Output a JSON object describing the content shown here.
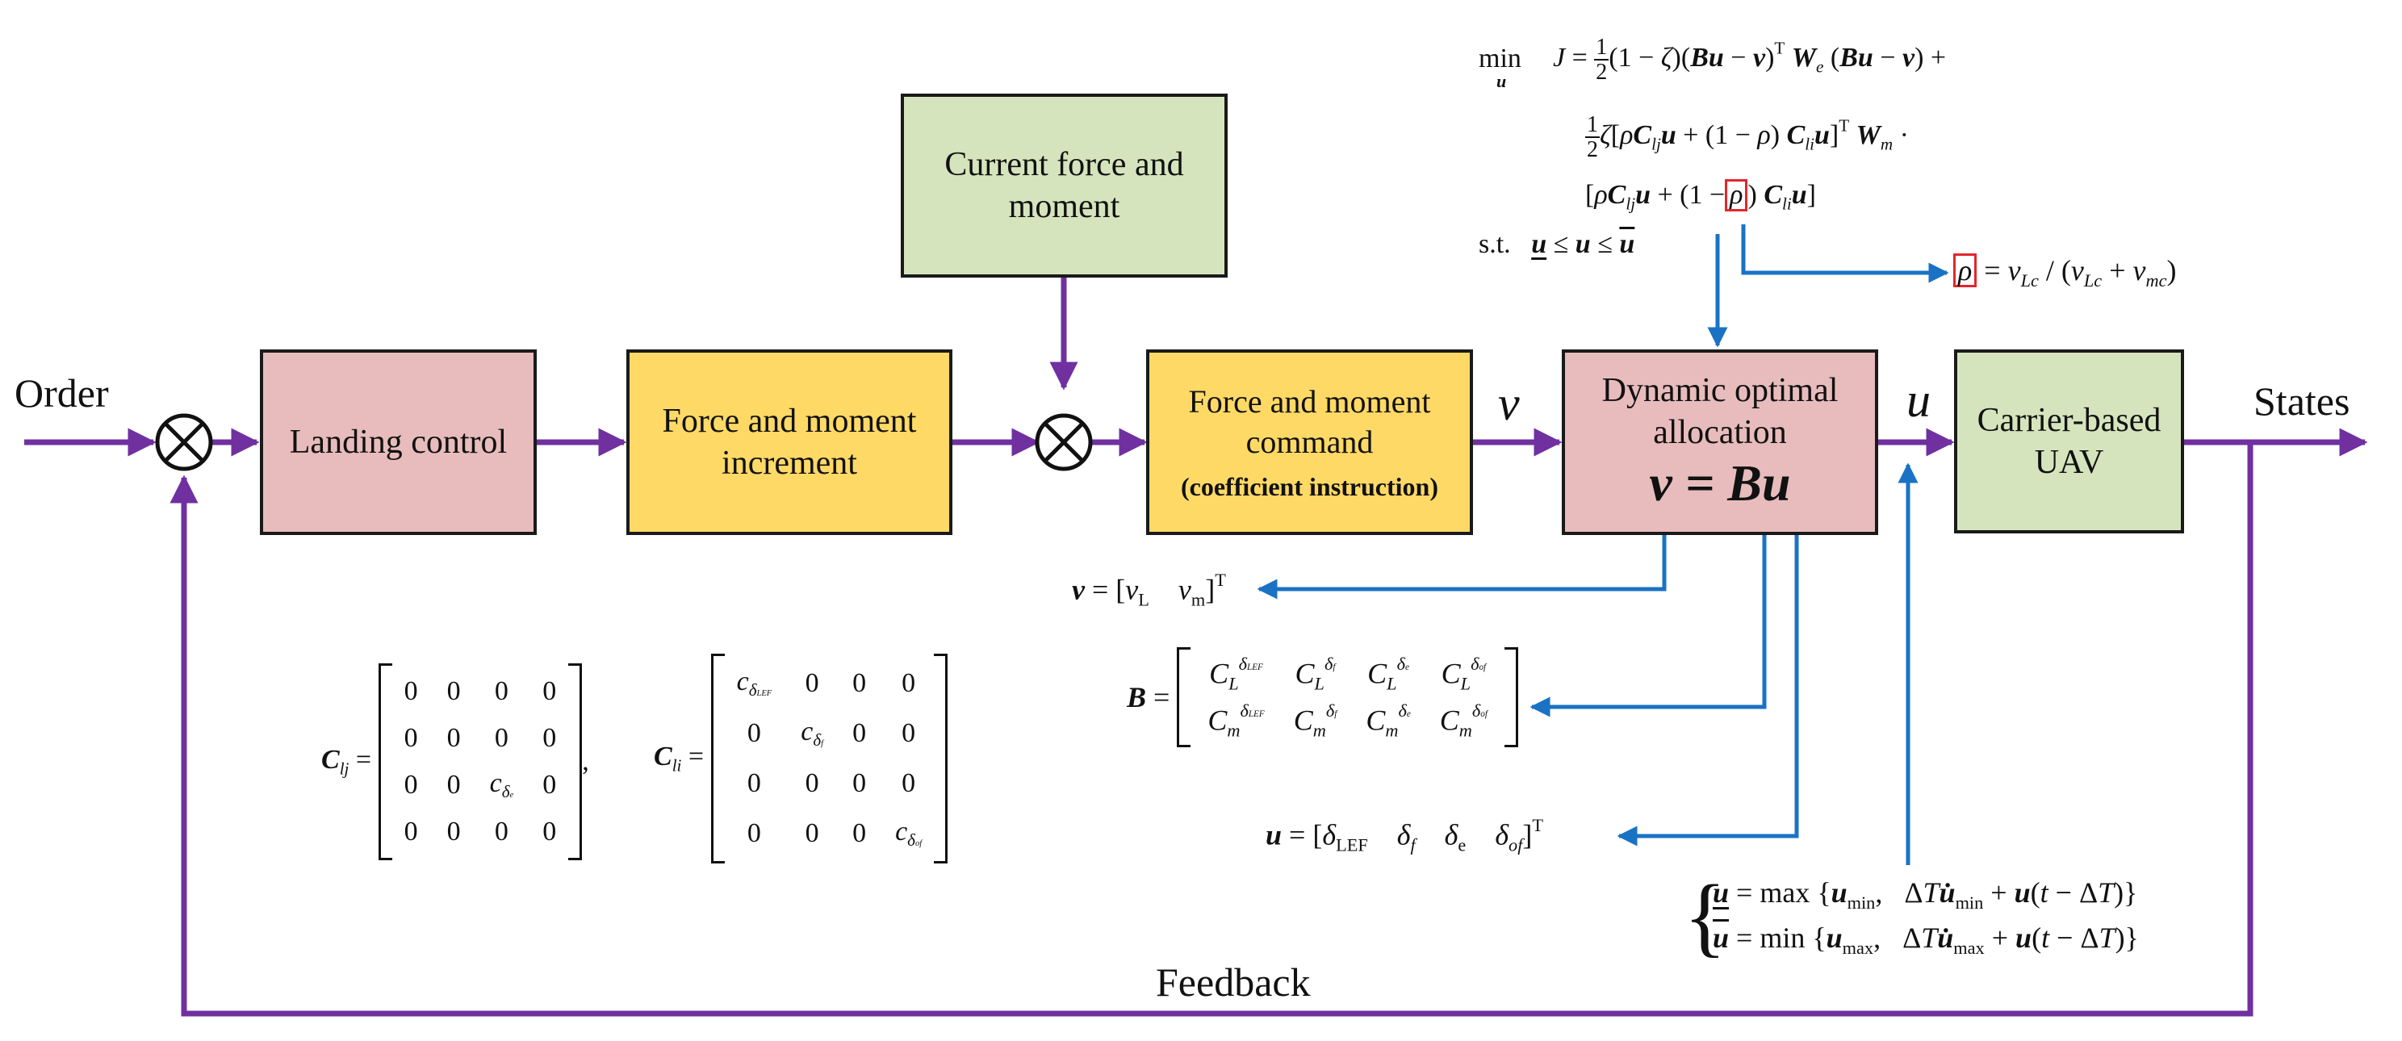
{
  "labels": {
    "order": "Order",
    "states": "States",
    "feedback": "Feedback",
    "v_signal": "v",
    "u_signal": "u"
  },
  "blocks": {
    "landing_control": "Landing control",
    "force_moment_increment_line1": "Force and moment",
    "force_moment_increment_line2": "increment",
    "current_force_line1": "Current force and",
    "current_force_line2": "moment",
    "force_moment_command_line1": "Force and moment",
    "force_moment_command_line2": "command",
    "force_moment_command_sub": "(coefficient instruction)",
    "dynamic_alloc_line1": "Dynamic optimal",
    "dynamic_alloc_line2": "allocation",
    "dynamic_alloc_eq": "v = Bu",
    "carrier_uav_line1": "Carrier-based",
    "carrier_uav_line2": "UAV"
  },
  "colors": {
    "pink_block": "#e8bcbc",
    "yellow_block": "#ffd966",
    "green_block": "#d6e4bd",
    "purple_line": "#7030a0",
    "blue_line": "#1a72c4",
    "red_box": "#e3262b"
  },
  "equations": {
    "st": "s.t.",
    "min": "min",
    "rho_def_rest": "= v",
    "v_def": "v = [v",
    "b_def": "B =",
    "u_def": "u ="
  }
}
